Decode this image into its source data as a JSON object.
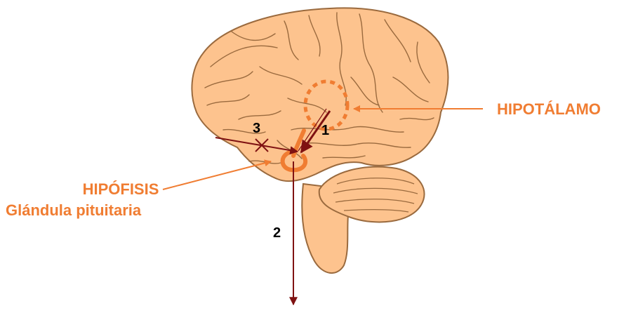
{
  "labels": {
    "hypothalamus": "HIPOTÁLAMO",
    "pituitary_title": "HIPÓFISIS",
    "pituitary_subtitle": "Glándula pituitaria"
  },
  "markers": {
    "one": "1",
    "two": "2",
    "three": "3"
  },
  "colors": {
    "brain_fill": "#fdc38e",
    "brain_outline": "#9a6a3e",
    "label_orange": "#f07d32",
    "pathway_dark_red": "#7f1212"
  }
}
